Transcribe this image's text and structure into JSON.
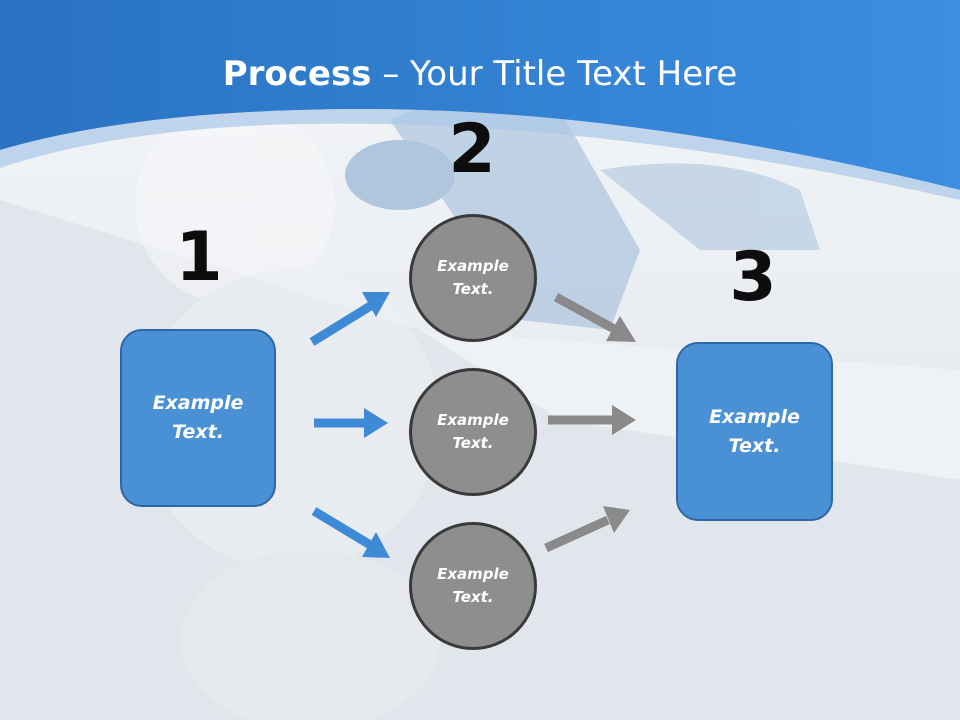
{
  "title": {
    "bold": "Process",
    "rest": " – Your Title Text Here"
  },
  "steps": [
    "1",
    "2",
    "3"
  ],
  "left_box": {
    "text": "Example\nText."
  },
  "right_box": {
    "text": "Example\nText."
  },
  "circles": [
    {
      "text": "Example\nText."
    },
    {
      "text": "Example\nText."
    },
    {
      "text": "Example\nText."
    }
  ],
  "colors": {
    "header_blue": "#2f7fcf",
    "box_blue": "#4a90d4",
    "circle_gray": "#8e8e8e",
    "arrow_blue": "#3f8ad6",
    "arrow_gray": "#8a8a8a"
  }
}
